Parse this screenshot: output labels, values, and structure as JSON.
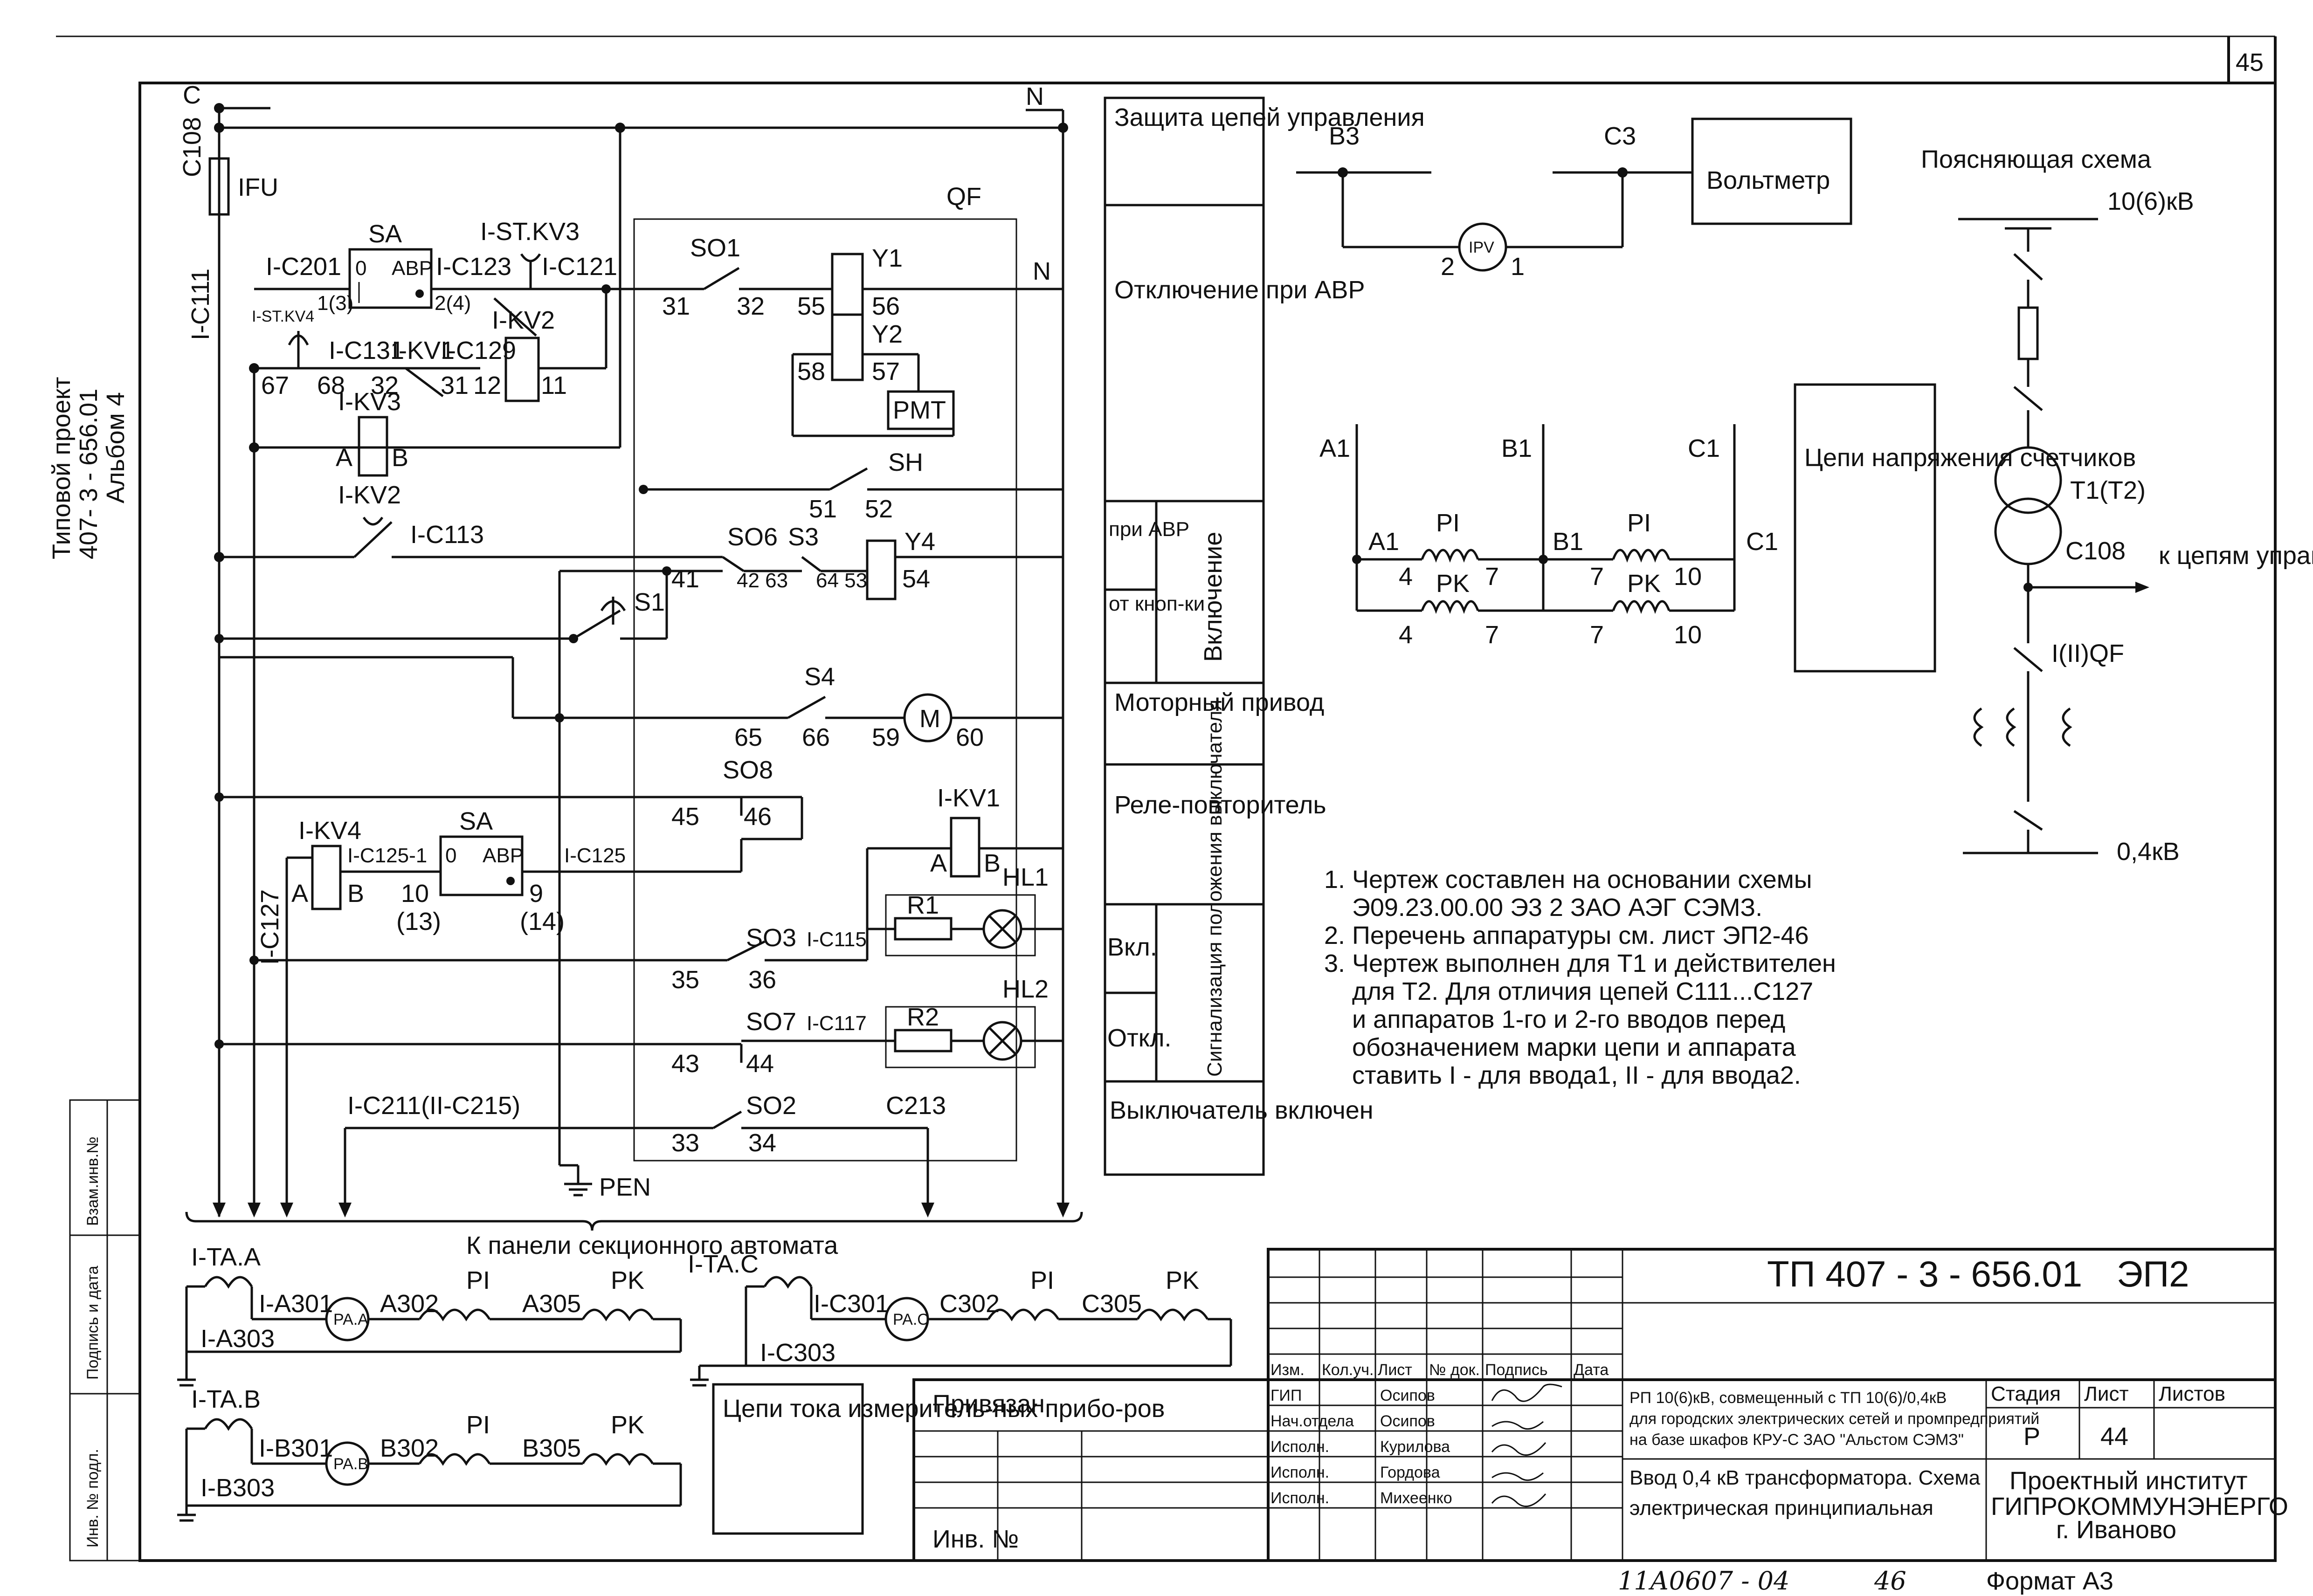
{
  "sheet": {
    "page_number": "45",
    "side_note": [
      "Типовой проект",
      "407- 3 - 656.01",
      "Альбом 4"
    ],
    "left_strip": [
      "Взам.инв.№",
      "Подпись и дата",
      "Инв. № подл."
    ]
  },
  "schematic": {
    "bus_c": "C",
    "bus_n": "N",
    "wire_c108": "C108",
    "wire_ic111": "I-C111",
    "fuse": "IFU",
    "sa": "SA",
    "sa_contacts": [
      "0",
      "АВР"
    ],
    "ic201": "I-C201",
    "t1_3": "1(3)",
    "t2_4": "2(4)",
    "ic123": "I-C123",
    "ic121": "I-C121",
    "ist_kv3": "I-ST.KV3",
    "ist_kv4": "I-ST.KV4",
    "ikv2": "I-KV2",
    "ic131": "I-C131",
    "ikv1": "I-KV1",
    "ic129": "I-C129",
    "n67": "67",
    "n68": "68",
    "n32b": "32",
    "n31b": "31",
    "n12": "12",
    "n11": "11",
    "ikv3": "I-KV3",
    "coil_a": "A",
    "coil_b": "B",
    "ic113": "I-C113",
    "qf": "QF",
    "so1": "SO1",
    "n31": "31",
    "n32": "32",
    "y1": "Y1",
    "y2": "Y2",
    "n55": "55",
    "n56": "56",
    "n57": "57",
    "n58": "58",
    "pmt": "PMT",
    "sh": "SH",
    "n51": "51",
    "n52": "52",
    "so6": "SO6",
    "s3": "S3",
    "y4": "Y4",
    "n41": "41",
    "n42_63": "42 63",
    "n64_53": "64 53",
    "n54": "54",
    "s1": "S1",
    "s4": "S4",
    "n65": "65",
    "n66": "66",
    "n59": "59",
    "n60": "60",
    "motor": "M",
    "so8": "SO8",
    "n45": "45",
    "n46": "46",
    "ikv4": "I-KV4",
    "ic125_1": "I-C125-1",
    "ic125": "I-C125",
    "n10": "10",
    "n13": "(13)",
    "n9": "9",
    "n14": "(14)",
    "ic127": "I-C127",
    "ikv1b": "I-KV1",
    "hl1": "HL1",
    "hl2": "HL2",
    "r1": "R1",
    "r2": "R2",
    "so3": "SO3",
    "ic115": "I-C115",
    "n35": "35",
    "n36": "36",
    "so7": "SO7",
    "ic117": "I-C117",
    "n43": "43",
    "n44": "44",
    "so2": "SO2",
    "ic211": "I-C211(II-C215)",
    "c213": "C213",
    "n33": "33",
    "n34": "34",
    "pen": "PEN",
    "to_panel": "К панели секционного автомата"
  },
  "side_table": [
    "Защита цепей управления",
    "Отключение при АВР",
    "при АВР",
    "от кноп-ки",
    "Включение",
    "Моторный привод",
    "Реле-повторитель",
    "Вкл.",
    "Откл.",
    "Сигнализация положения выключателя",
    "Выключатель включен"
  ],
  "voltmeter": {
    "b3": "B3",
    "c3": "C3",
    "device": "IPV",
    "t2": "2",
    "t1": "1",
    "label": "Вольтметр"
  },
  "meters": {
    "a1": "A1",
    "b1": "B1",
    "c1": "C1",
    "pi": "PI",
    "pk": "PK",
    "n4": "4",
    "n7": "7",
    "n10": "10",
    "box": "Цепи напряжения счетчиков"
  },
  "explain": {
    "title": "Поясняющая схема",
    "hv": "10(6)кВ",
    "t": "T1(T2)",
    "c108": "C108",
    "to_ctrl": "к цепям управле-ния",
    "qf": "I(II)QF",
    "lv": "0,4кВ"
  },
  "notes": [
    "1. Чертеж составлен на основании схемы",
    "Э09.23.00.00 Э3 2 ЗАО АЭГ СЭМЗ.",
    "2. Перечень аппаратуры см. лист ЭП2-46",
    "3. Чертеж выполнен для Т1 и действителен",
    "для Т2. Для отличия цепей С111...С127",
    "и аппаратов 1-го и 2-го вводов перед",
    "обозначением марки цепи и аппарата",
    "ставить I - для ввода1, II - для ввода2."
  ],
  "current": {
    "ita_a": "I-TA.A",
    "ia301": "I-A301",
    "paa": "PA.A",
    "a302": "A302",
    "pi": "PI",
    "a305": "A305",
    "pk": "PK",
    "ia303": "I-A303",
    "ita_b": "I-TA.B",
    "ib301": "I-B301",
    "pab": "PA.B",
    "b302": "B302",
    "b305": "B305",
    "ib303": "I-B303",
    "ita_c": "I-TA.C",
    "ic301": "I-C301",
    "pac": "PA.C",
    "c302": "C302",
    "c305": "C305",
    "ic303": "I-C303",
    "box": "Цепи тока измеритель-ных прибо-ров"
  },
  "title_block": {
    "code": "ТП  407 - 3 - 656.01",
    "sheet_code": "ЭП2",
    "privyazan": "Привязан",
    "inv": "Инв. №",
    "headers": [
      "Изм.",
      "Кол.уч.",
      "Лист",
      "№ док.",
      "Подпись",
      "Дата"
    ],
    "roles": [
      "ГИП",
      "Нач.отдела",
      "Исполн.",
      "Исполн.",
      "Исполн."
    ],
    "names": [
      "Осипов",
      "Осипов",
      "Курилова",
      "Гордова",
      "Михеенко"
    ],
    "project": [
      "РП 10(6)кВ, совмещенный с ТП 10(6)/0,4кВ",
      "для городских электрических сетей и промпредприятий",
      "на базе шкафов КРУ-С ЗАО \"Альстом СЭМЗ\""
    ],
    "drawing": [
      "Ввод 0,4 кВ трансформатора. Схема",
      "электрическая принципиальная"
    ],
    "stage_h": "Стадия",
    "list_h": "Лист",
    "lists_h": "Листов",
    "stage": "Р",
    "list": "44",
    "org": [
      "Проектный институт",
      "ГИПРОКОММУНЭНЕРГО",
      "г. Иваново"
    ],
    "handwritten": "11А0607 - 04",
    "handwritten2": "46",
    "format": "Формат А3"
  }
}
